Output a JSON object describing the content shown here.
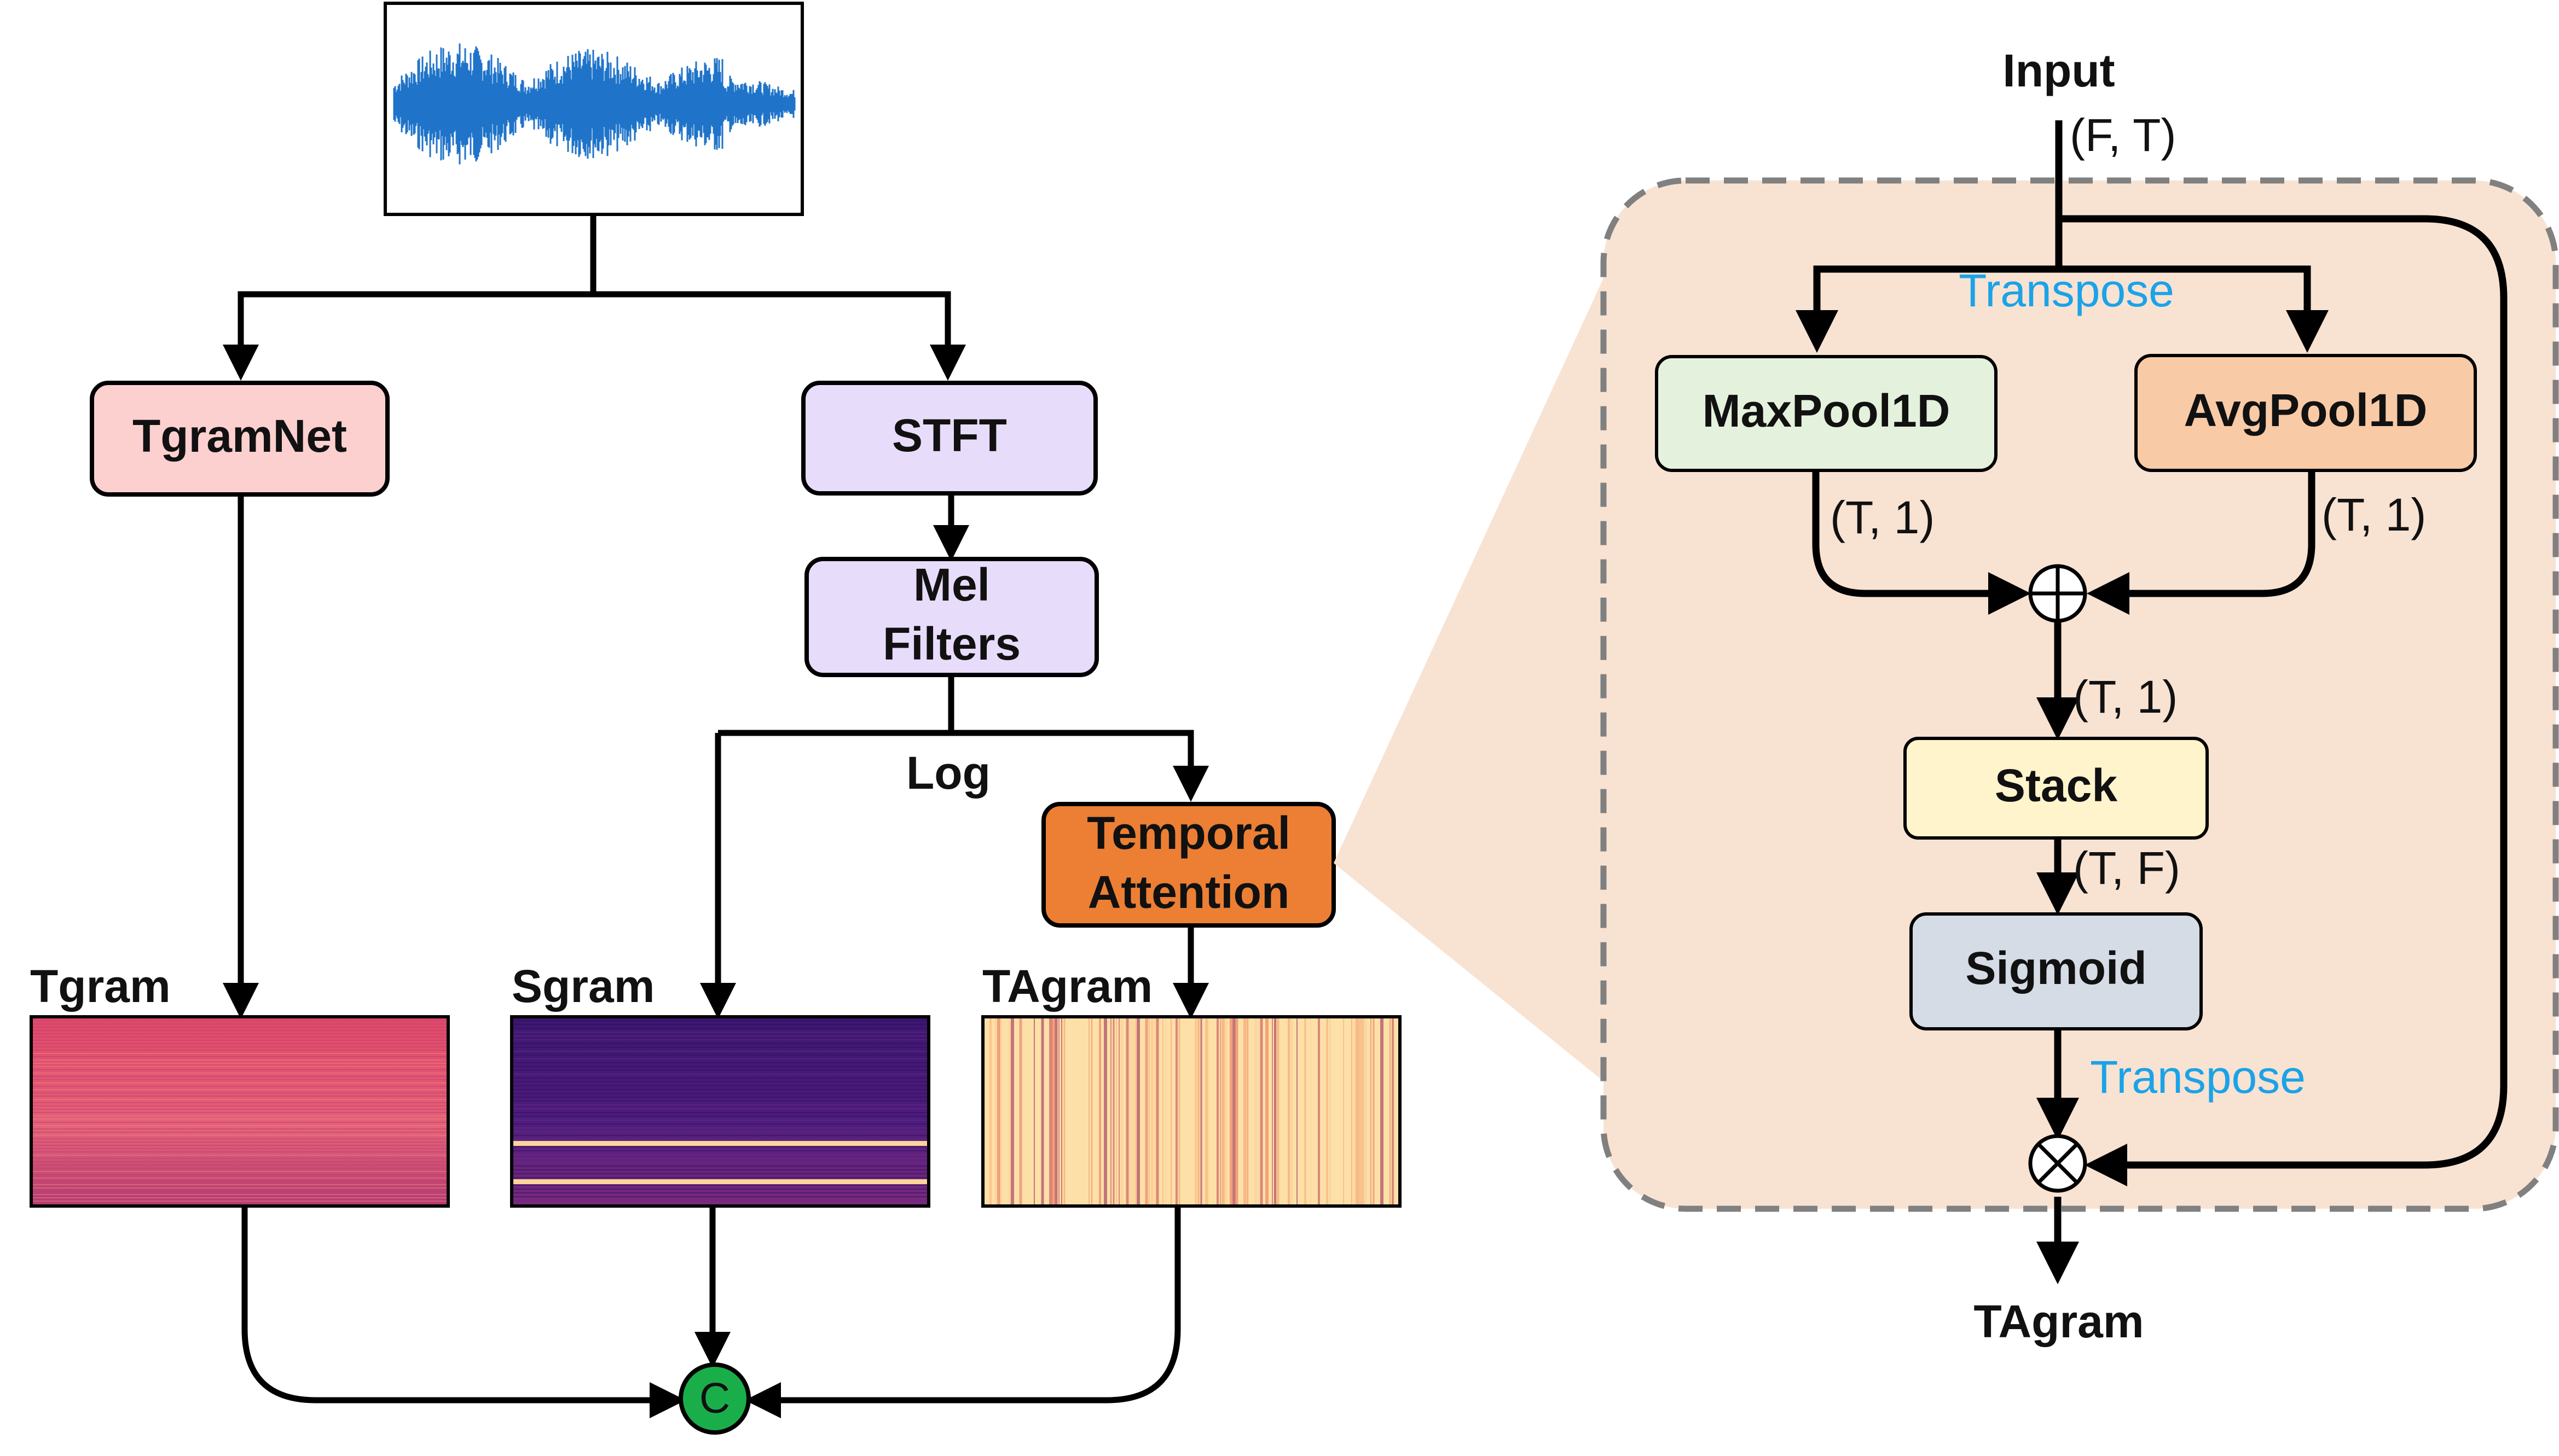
{
  "left": {
    "nodes": {
      "tgramnet": "TgramNet",
      "stft": "STFT",
      "mel_line1": "Mel",
      "mel_line2": "Filters",
      "temporal_line1": "Temporal",
      "temporal_line2": "Attention"
    },
    "labels": {
      "log": "Log",
      "tgram": "Tgram",
      "sgram": "Sgram",
      "tagram": "TAgram",
      "concat": "C"
    }
  },
  "right": {
    "input": "Input",
    "input_shape": "(F, T)",
    "transpose_top": "Transpose",
    "maxpool": "MaxPool1D",
    "avgpool": "AvgPool1D",
    "max_shape": "(T, 1)",
    "avg_shape": "(T, 1)",
    "sum_shape": "(T, 1)",
    "stack": "Stack",
    "stack_shape": "(T, F)",
    "sigmoid": "Sigmoid",
    "transpose_bottom": "Transpose",
    "output": "TAgram"
  },
  "colors": {
    "tgramnet_fill": "#fdd0d0",
    "stft_fill": "#e8dcfb",
    "mel_fill": "#e8dcfb",
    "temporal_fill": "#ec7f34",
    "panel_fill": "#f8e2d2",
    "maxpool_fill": "#e4f1dc",
    "avgpool_fill": "#f8caa6",
    "stack_fill": "#fff4cc",
    "sigmoid_fill": "#d6dce6",
    "concat_fill": "#1aae4b",
    "wave": "#1f73c9",
    "transpose_text": "#1aa3e8"
  }
}
